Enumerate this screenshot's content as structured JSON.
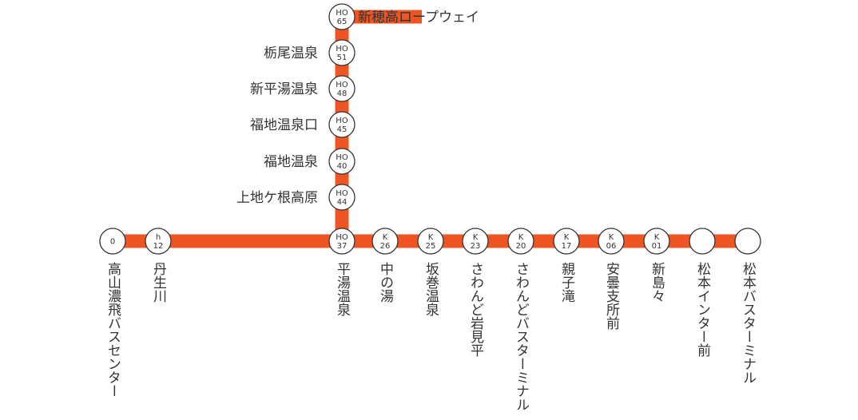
{
  "line": {
    "color": "#EE5522"
  },
  "branch_stops": [
    {
      "code": [
        "HO",
        "65"
      ],
      "name": "新穂高ロープウェイ"
    },
    {
      "code": [
        "HO",
        "51"
      ],
      "name": "栃尾温泉"
    },
    {
      "code": [
        "HO",
        "48"
      ],
      "name": "新平湯温泉"
    },
    {
      "code": [
        "HO",
        "45"
      ],
      "name": "福地温泉口"
    },
    {
      "code": [
        "HO",
        "40"
      ],
      "name": "福地温泉"
    },
    {
      "code": [
        "HO",
        "44"
      ],
      "name": "上地ケ根高原"
    }
  ],
  "main_stops": [
    {
      "code": [
        "0"
      ],
      "name": "高山濃飛バスセンター"
    },
    {
      "code": [
        "h",
        "12"
      ],
      "name": "丹生川"
    },
    {
      "code": [
        "HO",
        "37"
      ],
      "name": "平湯温泉"
    },
    {
      "code": [
        "K",
        "26"
      ],
      "name": "中の湯"
    },
    {
      "code": [
        "K",
        "25"
      ],
      "name": "坂巻温泉"
    },
    {
      "code": [
        "K",
        "23"
      ],
      "name": "さわんど岩見平"
    },
    {
      "code": [
        "K",
        "20"
      ],
      "name": "さわんどバスターミナル"
    },
    {
      "code": [
        "K",
        "17"
      ],
      "name": "親子滝"
    },
    {
      "code": [
        "K",
        "06"
      ],
      "name": "安曇支所前"
    },
    {
      "code": [
        "K",
        "01"
      ],
      "name": "新島々"
    },
    {
      "code": [],
      "name": "松本インター前"
    },
    {
      "code": [],
      "name": "松本バスターミナル"
    }
  ]
}
